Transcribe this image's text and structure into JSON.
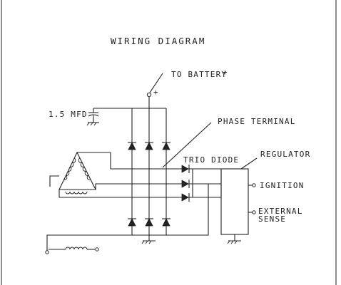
{
  "diagram": {
    "title": "WIRING DIAGRAM",
    "labels": {
      "battery": "TO BATTERY",
      "battery_sign": "+",
      "plus": "+",
      "capacitor": "1.5 MFD",
      "phase_terminal": "PHASE TERMINAL",
      "trio_diode": "TRIO DIODE",
      "regulator": "REGULATOR",
      "ignition": "IGNITION",
      "external": "EXTERNAL",
      "sense": "SENSE"
    }
  }
}
